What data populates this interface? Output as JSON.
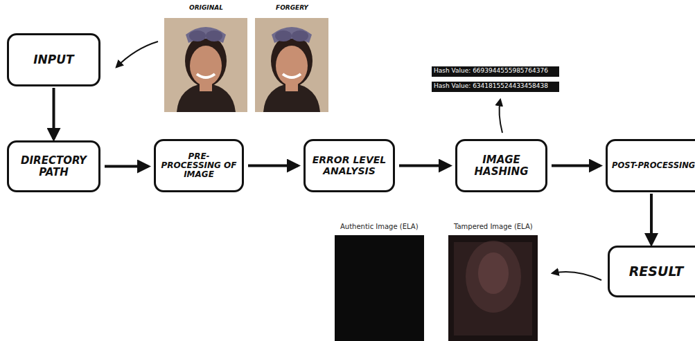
{
  "diagram": {
    "nodes": [
      {
        "text": [
          "INPUT"
        ]
      },
      {
        "text": [
          "DIRECTORY PATH"
        ]
      },
      {
        "text": [
          "PRE-PROCESSING OF IMAGE"
        ]
      },
      {
        "text": [
          "ERROR LEVEL ANALYSIS"
        ]
      },
      {
        "text": [
          "IMAGE HASHING"
        ]
      },
      {
        "text": [
          "POST-PROCESSING"
        ]
      },
      {
        "text": [
          "RESULT"
        ]
      }
    ],
    "edges": [
      {
        "from": 0,
        "to": 1,
        "arrow": "to"
      },
      {
        "from": 1,
        "to": 2,
        "arrow": "to"
      },
      {
        "from": 2,
        "to": 3,
        "arrow": "to"
      },
      {
        "from": 3,
        "to": 4,
        "arrow": "to"
      },
      {
        "from": 4,
        "to": 5,
        "arrow": "to"
      },
      {
        "from": 5,
        "to": 6,
        "arrow": "to"
      }
    ],
    "labels": [
      "ORIGINAL",
      "FORGERY",
      "Hash Value: 6693944555985764376",
      "Hash Value: 6341815524433458438",
      "Authentic Image (ELA)",
      "Tampered Image (ELA)"
    ]
  }
}
